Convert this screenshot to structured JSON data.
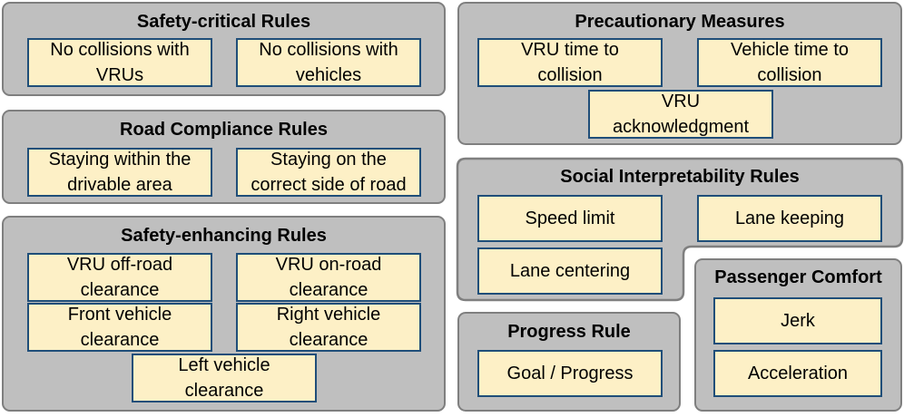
{
  "safety_critical": {
    "title": "Safety-critical Rules",
    "items": [
      "No collisions with\nVRUs",
      "No collisions with\nvehicles"
    ]
  },
  "road_compliance": {
    "title": "Road Compliance Rules",
    "items": [
      "Staying within the\ndrivable area",
      "Staying on the\ncorrect side of road"
    ]
  },
  "safety_enhancing": {
    "title": "Safety-enhancing Rules",
    "items": [
      "VRU off-road\nclearance",
      "VRU on-road\nclearance",
      "Front vehicle\nclearance",
      "Right vehicle\nclearance",
      "Left vehicle\nclearance"
    ]
  },
  "precautionary": {
    "title": "Precautionary Measures",
    "items": [
      "VRU time to\ncollision",
      "Vehicle time to\ncollision",
      "VRU\nacknowledgment"
    ]
  },
  "social": {
    "title": "Social Interpretability Rules",
    "items": [
      "Speed limit",
      "Lane keeping",
      "Lane centering"
    ]
  },
  "passenger": {
    "title": "Passenger Comfort",
    "items": [
      "Jerk",
      "Acceleration"
    ]
  },
  "progress": {
    "title": "Progress Rule",
    "items": [
      "Goal / Progress"
    ]
  },
  "colors": {
    "group_fill": "#bfbfbf",
    "group_border": "#7f7f7f",
    "item_fill": "#fdf0c6",
    "item_border": "#1f4e79"
  }
}
